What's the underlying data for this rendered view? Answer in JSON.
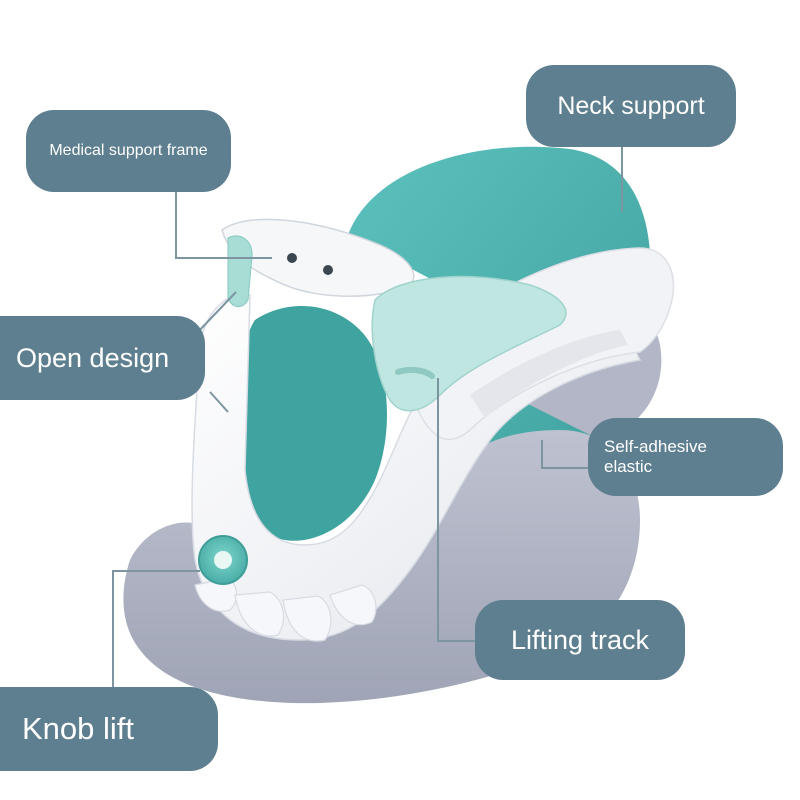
{
  "labels": {
    "neck_support": "Neck support",
    "medical_support_frame": "Medical support frame",
    "open_design": "Open design",
    "self_adhesive_elastic": "Self-adhesive elastic",
    "lifting_track": "Lifting track",
    "knob_lift": "Knob lift"
  },
  "colors": {
    "label_bg": "#5e7f8f",
    "label_text": "#ffffff",
    "leader_line": "#7d95a1",
    "teal": "#4fb3b0",
    "mint": "#a8ddd6",
    "gray_foam": "#aeb2c3",
    "white_frame": "#f4f5f8"
  }
}
